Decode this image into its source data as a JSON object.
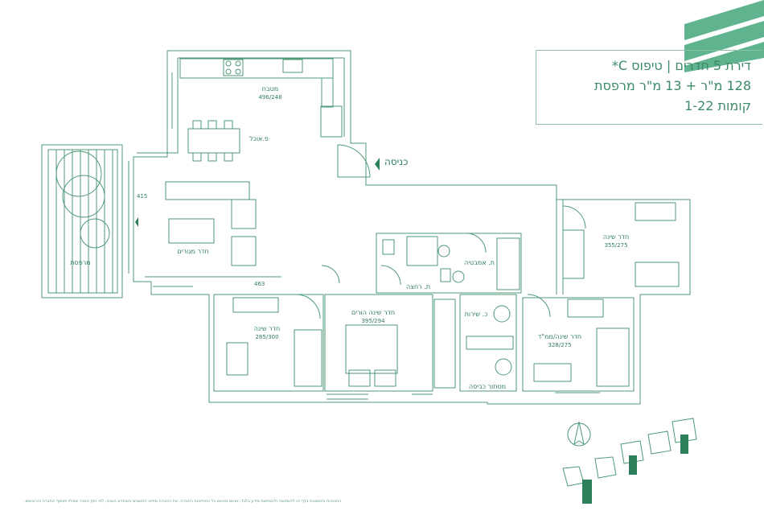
{
  "title": {
    "line1": "דירת 5 חדרים | טיפוס C*",
    "line2": "128 מ\"ר + 13 מ\"ר מרפסת",
    "line3": "קומות 1-22"
  },
  "entrance_label": "כניסה",
  "rooms": {
    "kitchen": {
      "name": "מטבח",
      "dim": "496/248"
    },
    "dining": {
      "name": "פ.אוכל"
    },
    "living": {
      "name": "חדר מגורים"
    },
    "balcony": {
      "name": "מרפסת"
    },
    "bedroom_ne": {
      "name": "חדר שינה",
      "dim": "355/275"
    },
    "bathroom": {
      "name": "ת. אמבטיה"
    },
    "shower": {
      "name": "ת. רחצה"
    },
    "service": {
      "name": "כ. שירות"
    },
    "master": {
      "name": "חדר שינה הורים",
      "dim": "395/294"
    },
    "bedroom_w": {
      "name": "חדר שינה",
      "dim": "285/300"
    },
    "safe_room": {
      "name": "חדר שינה/ממ\"ד",
      "dim": "328/275"
    },
    "entry_storage": {
      "name": "מסתור כביסה"
    }
  },
  "dims": {
    "d415": "415",
    "d463": "463"
  },
  "disclaimer": "התוכניות והתמונות בדף זה להמחשה ולהמחשת מידע בלבד, ואינם מהווים כל התחייבות החברה. את החברה מחייב התשבים והמפרט הטכני, לפי חוק המכר שאליו יתווסף החברה והרוכשים.",
  "colors": {
    "accent": "#2e7d5b",
    "line": "#4f9a78",
    "stripe": "#5fb38e"
  }
}
